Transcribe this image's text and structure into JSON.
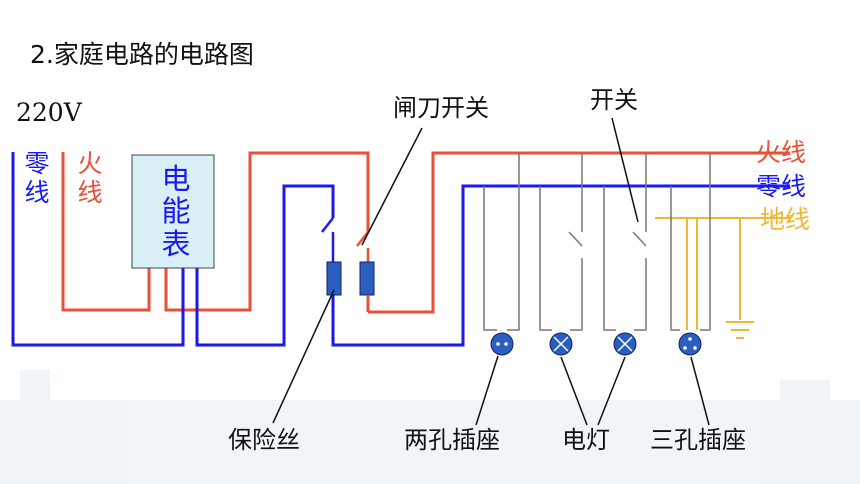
{
  "title": "2.家庭电路的电路图",
  "voltage": "220V",
  "supply": {
    "neutral": "零线",
    "live": "火线"
  },
  "meter": "电能表",
  "lines": {
    "live": "火线",
    "neutral": "零线",
    "earth": "地线"
  },
  "labels": {
    "knife_switch": "闸刀开关",
    "switch": "开关",
    "fuse": "保险丝",
    "two_hole_socket": "两孔插座",
    "lamp": "电灯",
    "three_hole_socket": "三孔插座"
  },
  "colors": {
    "live": "#e8503a",
    "neutral": "#1a1af0",
    "earth": "#f0b830",
    "meter_fill": "#d9f0f7",
    "fuse_fill": "#2a5fc0"
  }
}
